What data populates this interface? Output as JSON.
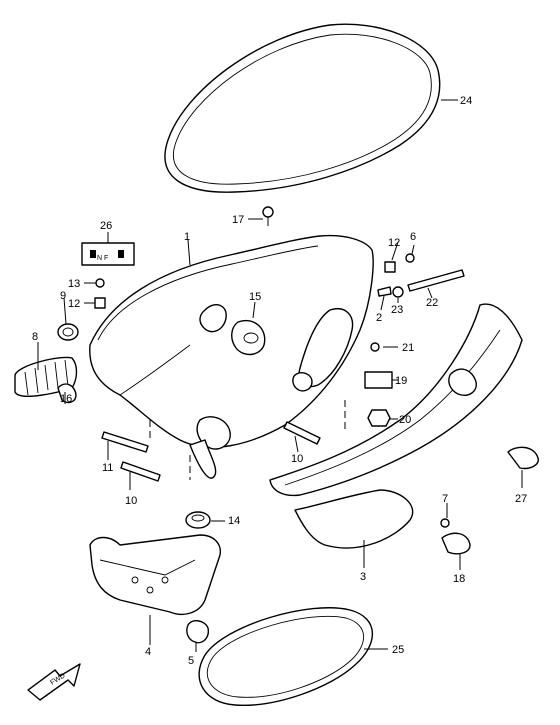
{
  "callouts": {
    "c1": "1",
    "c2": "2",
    "c3": "3",
    "c4": "4",
    "c5": "5",
    "c6": "6",
    "c7": "7",
    "c8": "8",
    "c9": "9",
    "c10a": "10",
    "c10b": "10",
    "c11": "11",
    "c12a": "12",
    "c12b": "12",
    "c13": "13",
    "c14": "14",
    "c15": "15",
    "c16": "16",
    "c17": "17",
    "c18": "18",
    "c19": "19",
    "c20": "20",
    "c21": "21",
    "c22": "22",
    "c23": "23",
    "c24": "24",
    "c25": "25",
    "c26": "26",
    "c27": "27"
  },
  "label_26": "N  F",
  "fwd_label": "FWD"
}
